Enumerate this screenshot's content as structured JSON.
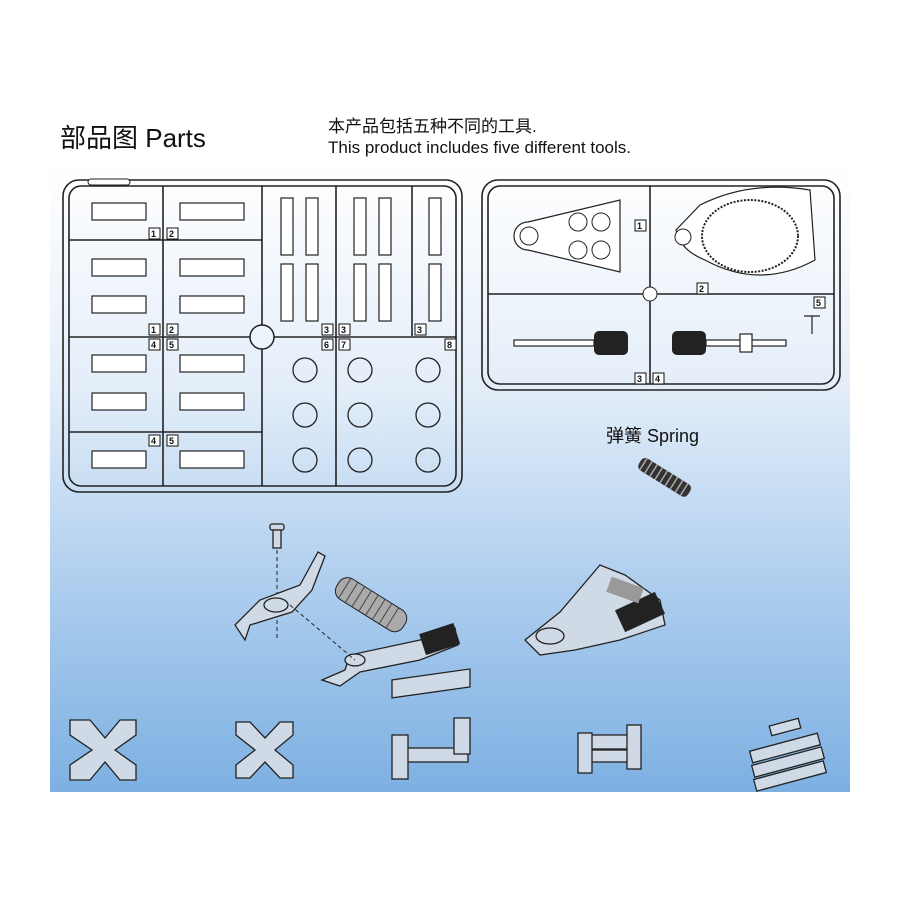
{
  "header": {
    "title": "部品图 Parts",
    "description_cn": "本产品包括五种不同的工具.",
    "description_en": "This product includes five different tools."
  },
  "left_sprue": {
    "part_numbers": [
      "1",
      "2",
      "1",
      "2",
      "4",
      "5",
      "3",
      "3",
      "3",
      "6",
      "7",
      "8",
      "4",
      "5"
    ]
  },
  "right_sprue": {
    "part_numbers": [
      "1",
      "2",
      "5",
      "3",
      "4"
    ]
  },
  "spring": {
    "label": "弹簧 Spring"
  },
  "colors": {
    "gradient_top": "#ffffff",
    "gradient_bottom": "#7db0e2",
    "line": "#222222"
  }
}
